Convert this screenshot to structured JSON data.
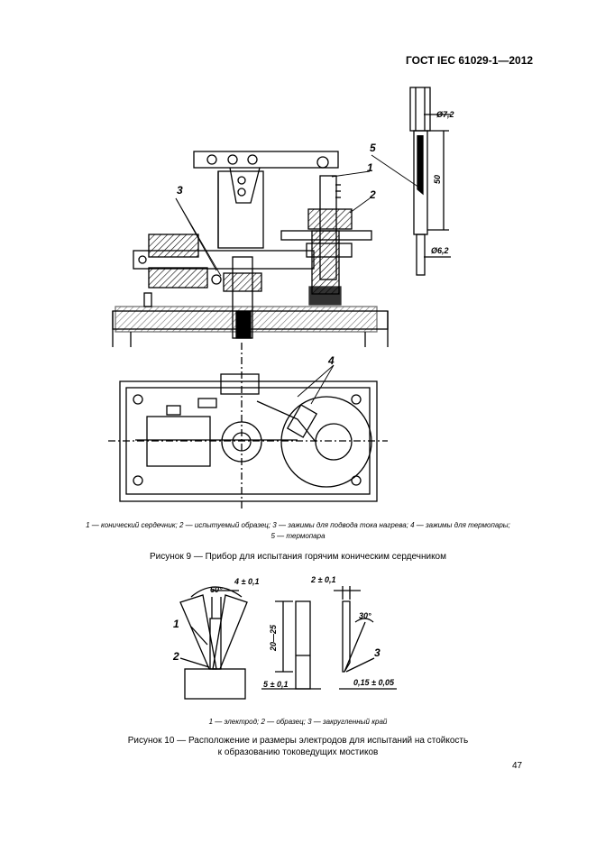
{
  "header": {
    "standard": "ГОСТ IEC 61029-1—2012"
  },
  "figure9": {
    "callouts": [
      "1",
      "2",
      "3",
      "4",
      "5"
    ],
    "dims": {
      "d1": "Ø7,2",
      "len": "50",
      "d2": "Ø6,2"
    },
    "legend_line1": "1 — конический сердечник; 2 — испытуемый образец; 3 — зажимы для подвода тока нагрева; 4 — зажимы для термопары;",
    "legend_line2": "5 — термопара",
    "caption": "Рисунок 9 — Прибор для испытания горячим коническим сердечником"
  },
  "figure10": {
    "callouts": [
      "1",
      "2",
      "3"
    ],
    "dims": {
      "angle60": "60°",
      "w4": "4 ± 0,1",
      "h2025": "20—25",
      "w5": "5 ± 0,1",
      "t2": "2 ± 0,1",
      "angle30": "30°",
      "r015": "0,15 ± 0,05"
    },
    "legend": "1 — электрод; 2 — образец; 3 — закругленный край",
    "caption_line1": "Рисунок 10 — Расположение и размеры электродов для испытаний на стойкость",
    "caption_line2": "к образованию токоведущих мостиков"
  },
  "page_number": "47"
}
